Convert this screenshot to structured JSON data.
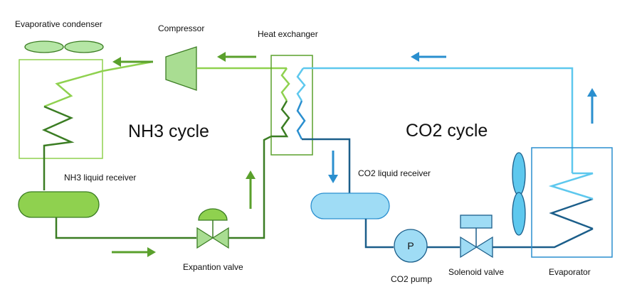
{
  "labels": {
    "evaporative_condenser": "Evaporative condenser",
    "compressor": "Compressor",
    "heat_exchanger": "Heat exchanger",
    "nh3_cycle": "NH3 cycle",
    "co2_cycle": "CO2 cycle",
    "nh3_liquid_receiver": "NH3 liquid receiver",
    "co2_liquid_receiver": "CO2 liquid receiver",
    "expansion_valve": "Expantion valve",
    "co2_pump": "CO2 pump",
    "pump_symbol": "P",
    "solenoid_valve": "Solenoid valve",
    "evaporator": "Evaporator"
  },
  "colors": {
    "nh3_light": "#8fd14f",
    "nh3_mid": "#5aa02c",
    "nh3_dark": "#3b7d23",
    "co2_light": "#5ec8ee",
    "co2_mid": "#2a8fcf",
    "co2_dark": "#1b5e8a"
  }
}
